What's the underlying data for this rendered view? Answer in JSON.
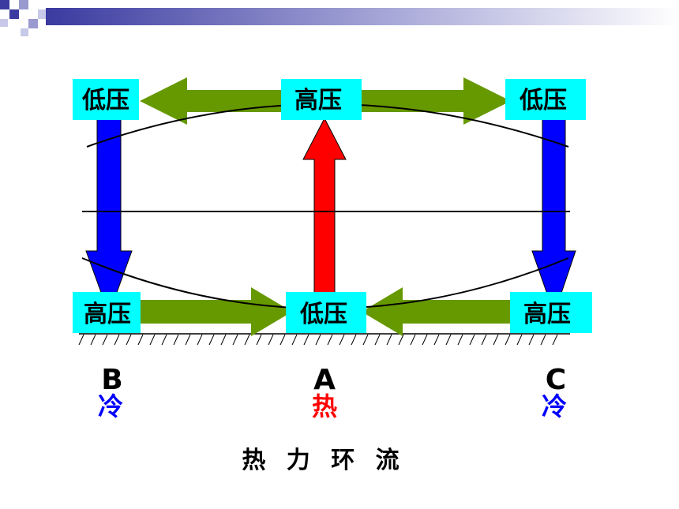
{
  "diagram": {
    "pressure_labels": {
      "top_left": "低压",
      "top_center": "高压",
      "top_right": "低压",
      "bottom_left": "高压",
      "bottom_center": "低压",
      "bottom_right": "高压"
    },
    "locations": {
      "left": {
        "letter": "B",
        "temp": "冷"
      },
      "center": {
        "letter": "A",
        "temp": "热"
      },
      "right": {
        "letter": "C",
        "temp": "冷"
      }
    },
    "caption": "热 力 环 流"
  },
  "colors": {
    "label_box": "#00ffff",
    "horizontal_arrow": "#669900",
    "descending_arrow": "#0000ff",
    "ascending_arrow": "#ff0000",
    "cold_text": "#0000ff",
    "hot_text": "#ff0000",
    "header_accent": "#3a3aa0"
  }
}
